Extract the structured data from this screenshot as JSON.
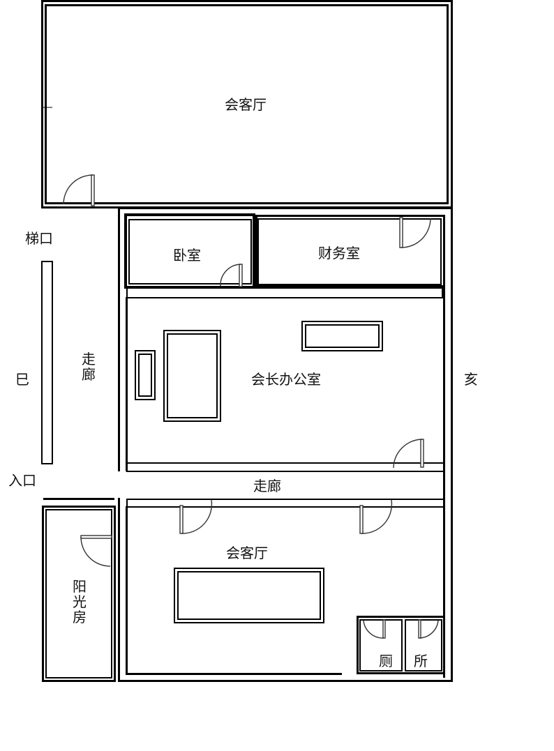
{
  "plan": {
    "rooms": {
      "upper_reception": {
        "label": "会客厅"
      },
      "bedroom": {
        "label": "卧室"
      },
      "finance_room": {
        "label": "财务室"
      },
      "president_office": {
        "label": "会长办公室"
      },
      "hallway_upper_label": {
        "label": "走廊"
      },
      "hallway_left_label": {
        "label": "走廊"
      },
      "lower_reception": {
        "label": "会客厅"
      },
      "sunroom": {
        "label": "阳光房"
      },
      "toilet_left": {
        "label": "厕"
      },
      "toilet_right": {
        "label": "所"
      }
    },
    "annotations": {
      "stairs": "梯口",
      "entrance": "入口",
      "direction_west": "巳",
      "direction_east": "亥"
    },
    "colors": {
      "wall": "#000000",
      "background": "#ffffff",
      "door": "#444444"
    }
  }
}
